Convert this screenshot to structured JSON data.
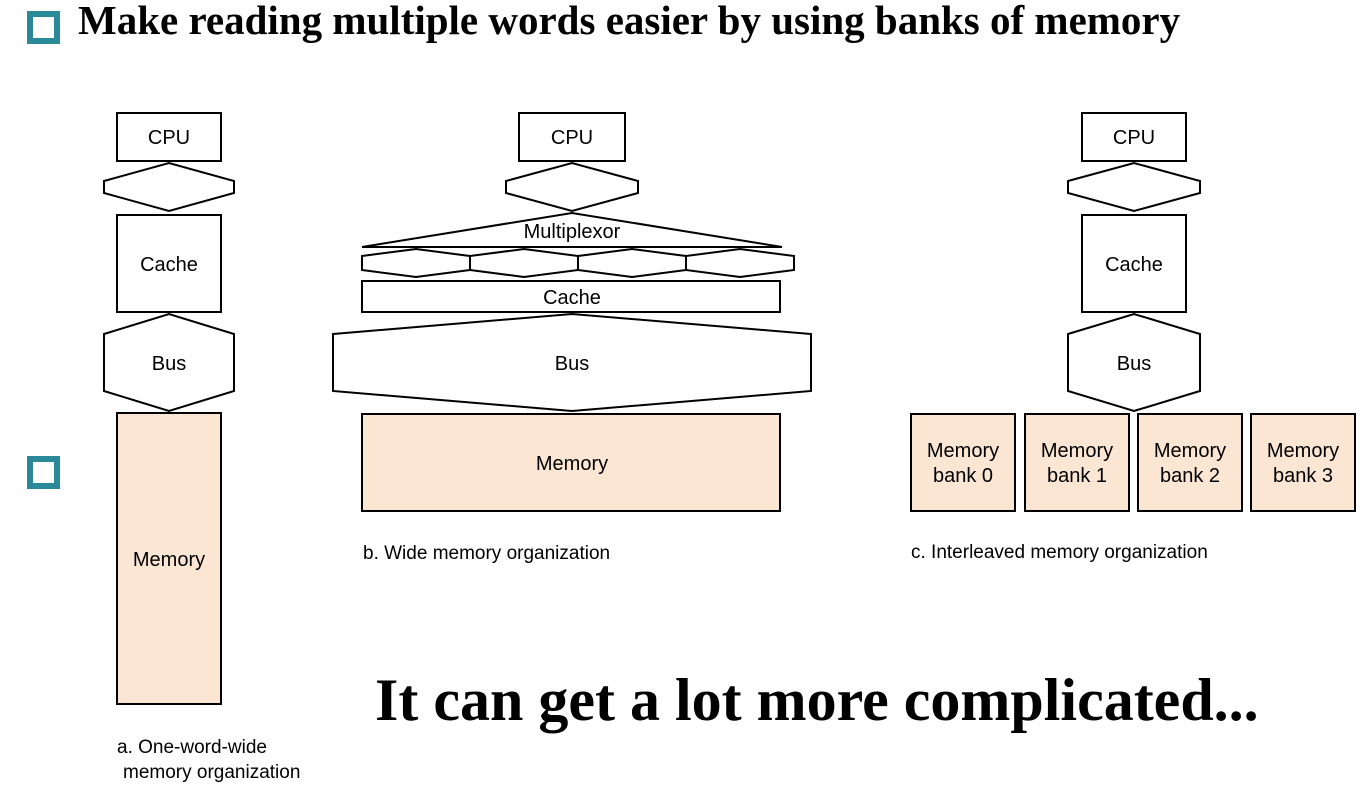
{
  "title": "Make reading multiple words easier by using banks of memory",
  "tagline": "It can get a lot more complicated...",
  "colors": {
    "bullet": "#2a8a9a",
    "memory_fill": "#fbe5d3"
  },
  "diagram_a": {
    "cpu": "CPU",
    "cache": "Cache",
    "bus": "Bus",
    "memory": "Memory",
    "caption_line1": "a. One-word-wide",
    "caption_line2": "memory organization"
  },
  "diagram_b": {
    "cpu": "CPU",
    "multiplexor": "Multiplexor",
    "cache": "Cache",
    "bus": "Bus",
    "memory": "Memory",
    "caption": "b. Wide memory organization"
  },
  "diagram_c": {
    "cpu": "CPU",
    "cache": "Cache",
    "bus": "Bus",
    "banks": [
      {
        "line1": "Memory",
        "line2": "bank 0"
      },
      {
        "line1": "Memory",
        "line2": "bank 1"
      },
      {
        "line1": "Memory",
        "line2": "bank 2"
      },
      {
        "line1": "Memory",
        "line2": "bank 3"
      }
    ],
    "caption": "c. Interleaved memory organization"
  }
}
